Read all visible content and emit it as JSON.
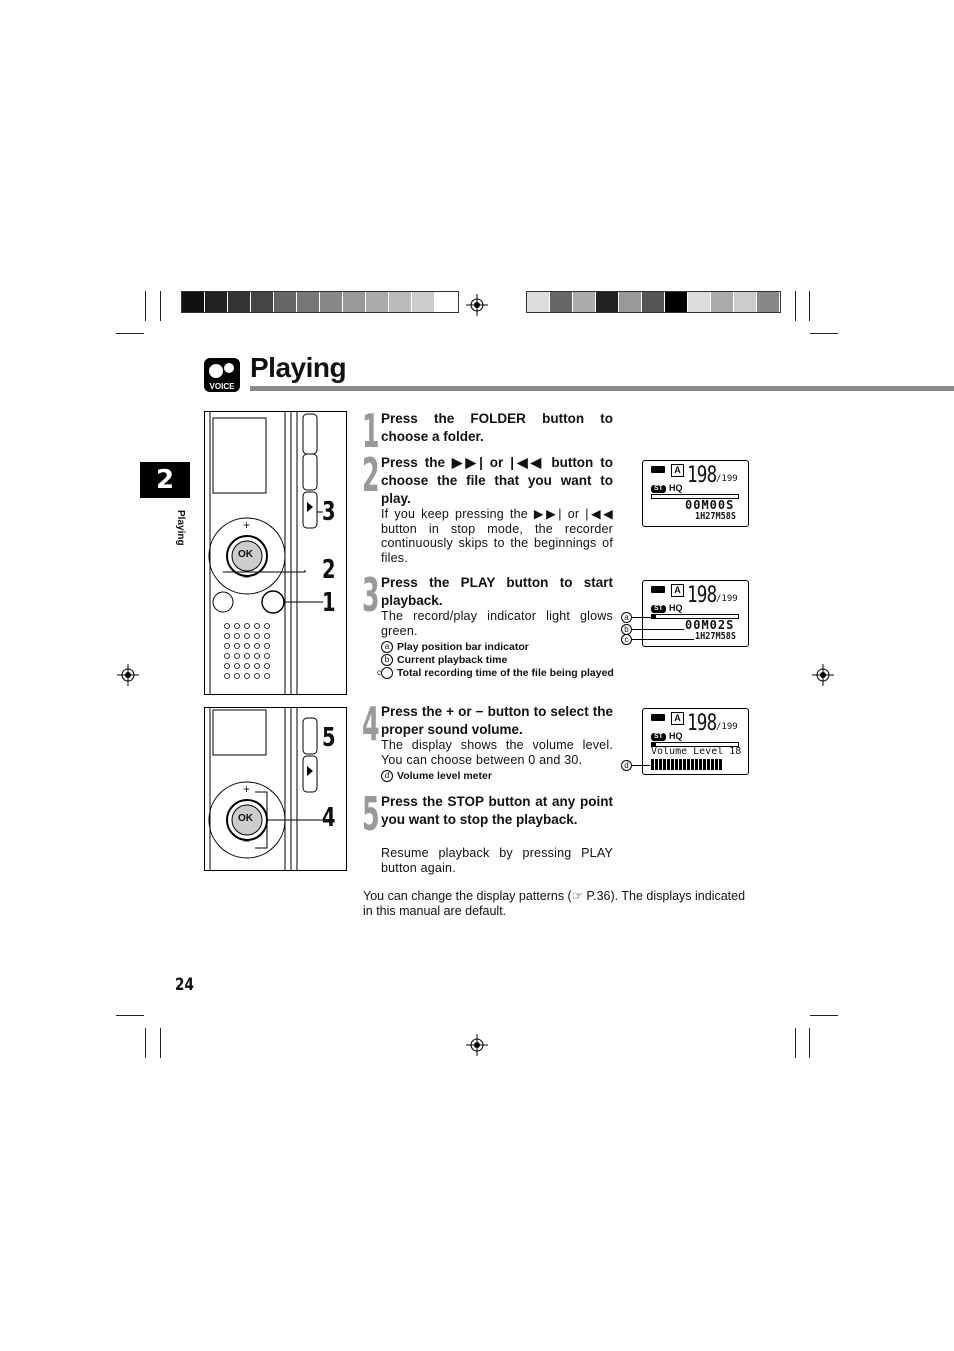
{
  "header": {
    "title": "Playing",
    "icon_text": "VOICE"
  },
  "side_tab": {
    "chapter": "2",
    "label": "Playing"
  },
  "figure_top": {
    "callouts": [
      "3",
      "2",
      "1"
    ],
    "ok_label": "OK",
    "plus": "+",
    "minus": "−"
  },
  "figure_bottom": {
    "callouts": [
      "5",
      "4"
    ],
    "ok_label": "OK",
    "plus": "+",
    "minus": "−"
  },
  "steps": [
    {
      "number": "1",
      "heading": "Press the FOLDER button to choose a folder."
    },
    {
      "number": "2",
      "heading": "Press the ▶▶| or |◀◀ button to choose the file that you want to play.",
      "body": "If you keep pressing the ▶▶| or |◀◀ button in stop mode, the recorder continuously skips to the beginnings of files."
    },
    {
      "number": "3",
      "heading": "Press the PLAY button to start playback.",
      "body": "The record/play indicator light glows green.",
      "legend": [
        {
          "key": "a",
          "text": "Play position bar indicator"
        },
        {
          "key": "b",
          "text": "Current playback time"
        },
        {
          "key": "c",
          "text": "Total recording time of the file being played"
        }
      ]
    },
    {
      "number": "4",
      "heading": "Press the + or − button to select the proper sound volume.",
      "body": "The display shows the volume level. You can choose between 0 and 30.",
      "legend": [
        {
          "key": "d",
          "text": "Volume level meter"
        }
      ]
    },
    {
      "number": "5",
      "heading": "Press the STOP button at any point you want to stop the playback.",
      "body": "Resume playback by pressing PLAY button again."
    }
  ],
  "displays": [
    {
      "file": "198",
      "total_files": "/199",
      "folder": "A",
      "mode": "HQ",
      "stereo": "ST",
      "current": "00M00S",
      "length": "1H27M58S",
      "progress": 0.0
    },
    {
      "file": "198",
      "total_files": "/199",
      "folder": "A",
      "mode": "HQ",
      "stereo": "ST",
      "current": "00M02S",
      "length": "1H27M58S",
      "progress": 0.05,
      "labels": [
        "a",
        "b",
        "c"
      ]
    },
    {
      "file": "198",
      "total_files": "/199",
      "folder": "A",
      "mode": "HQ",
      "stereo": "ST",
      "volume_text": "Volume Level 18",
      "volume_bars": 18,
      "progress": 0.05,
      "labels": [
        "d"
      ]
    }
  ],
  "footer_note": "You can change the display patterns (☞ P.36). The displays indicated in this manual are default.",
  "page_number": "24",
  "colors": {
    "title_rule": "#8a8a8a",
    "step_number": "#999999",
    "tab": "#000000"
  },
  "registration": {
    "left": [
      "#111111",
      "#222222",
      "#333333",
      "#444444",
      "#666666",
      "#777777",
      "#888888",
      "#999999",
      "#aaaaaa",
      "#bbbbbb",
      "#cccccc",
      "#ffffff"
    ],
    "right": [
      "#dddddd",
      "#666666",
      "#aaaaaa",
      "#222222",
      "#999999",
      "#555555",
      "#000000",
      "#dddddd",
      "#aaaaaa",
      "#cccccc",
      "#888888"
    ]
  }
}
